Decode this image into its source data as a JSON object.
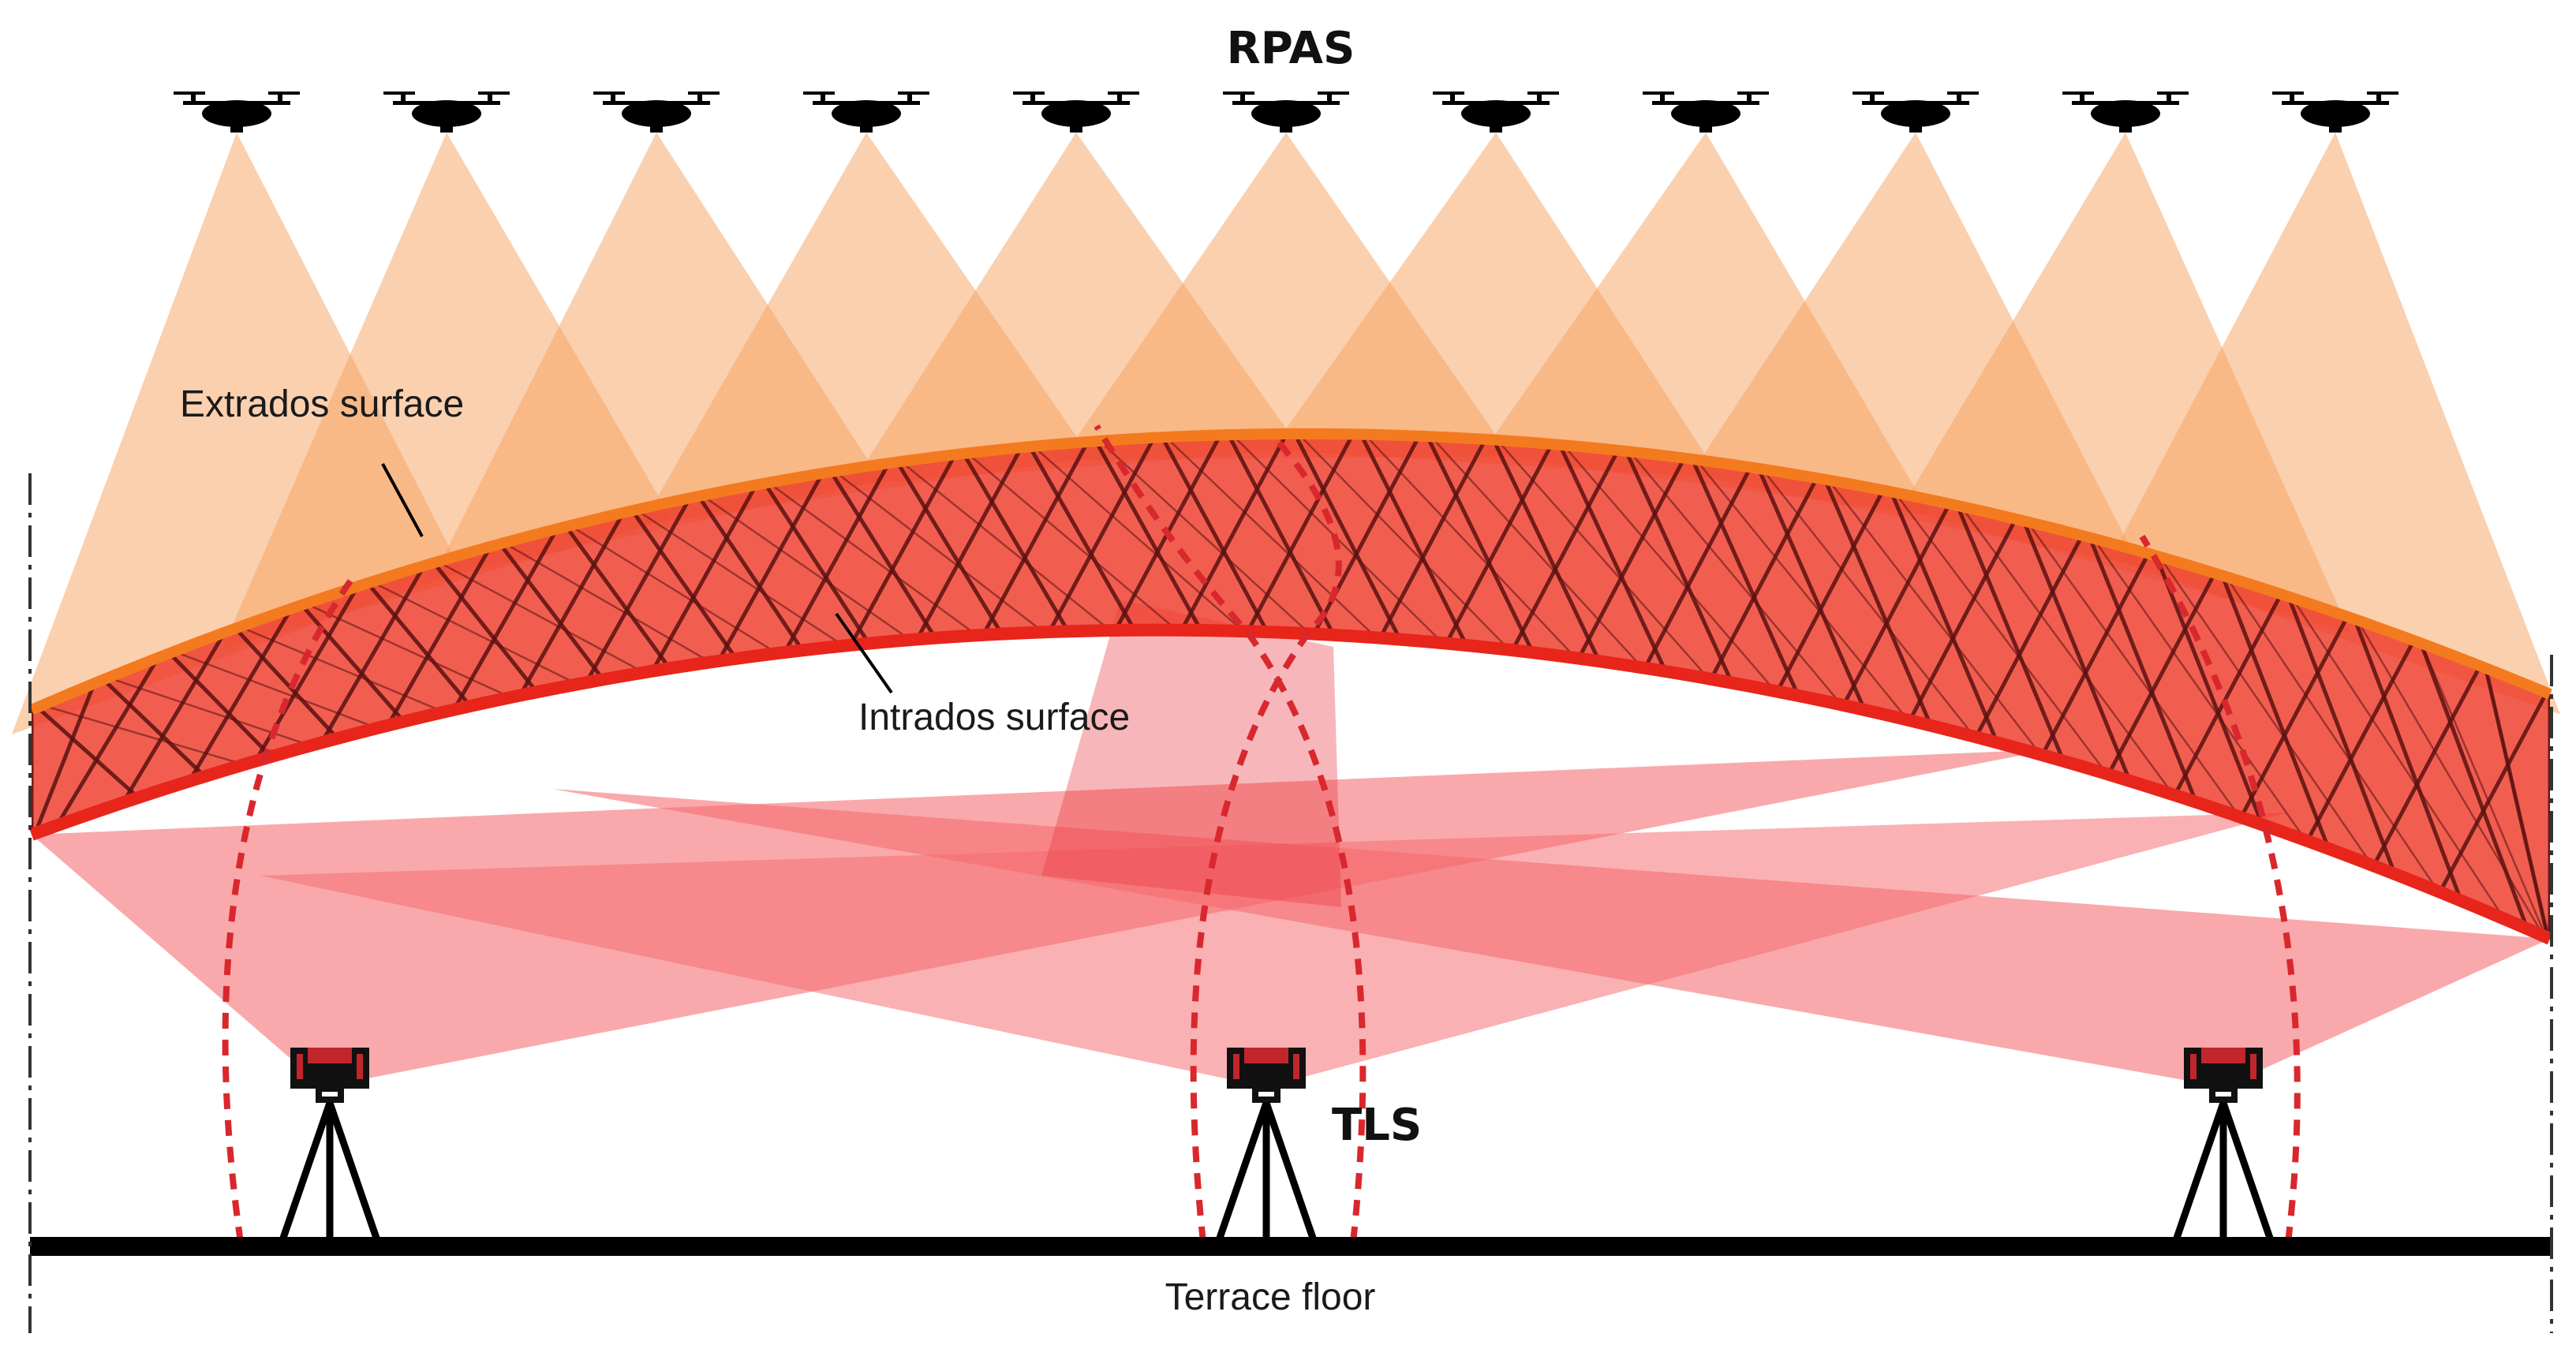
{
  "labels": {
    "rpas": "RPAS",
    "extrados": "Extrados surface",
    "intrados": "Intrados surface",
    "tls": "TLS",
    "floor": "Terrace floor"
  },
  "counts": {
    "drones": 11,
    "scanners": 3
  },
  "colors": {
    "drone_cone": "#f6a15f",
    "tls_fan": "#f56a6e",
    "vault_fill": "#ee3a2a",
    "extrados_line": "#f47a1f",
    "intrados_line": "#e8251b",
    "rib": "#5a1010",
    "scan_arc": "#d8282e",
    "floor": "#000000",
    "axis": "#333333"
  },
  "icons": {
    "drone": "quadcopter-drone-icon",
    "scanner": "tripod-laser-scanner-icon"
  }
}
